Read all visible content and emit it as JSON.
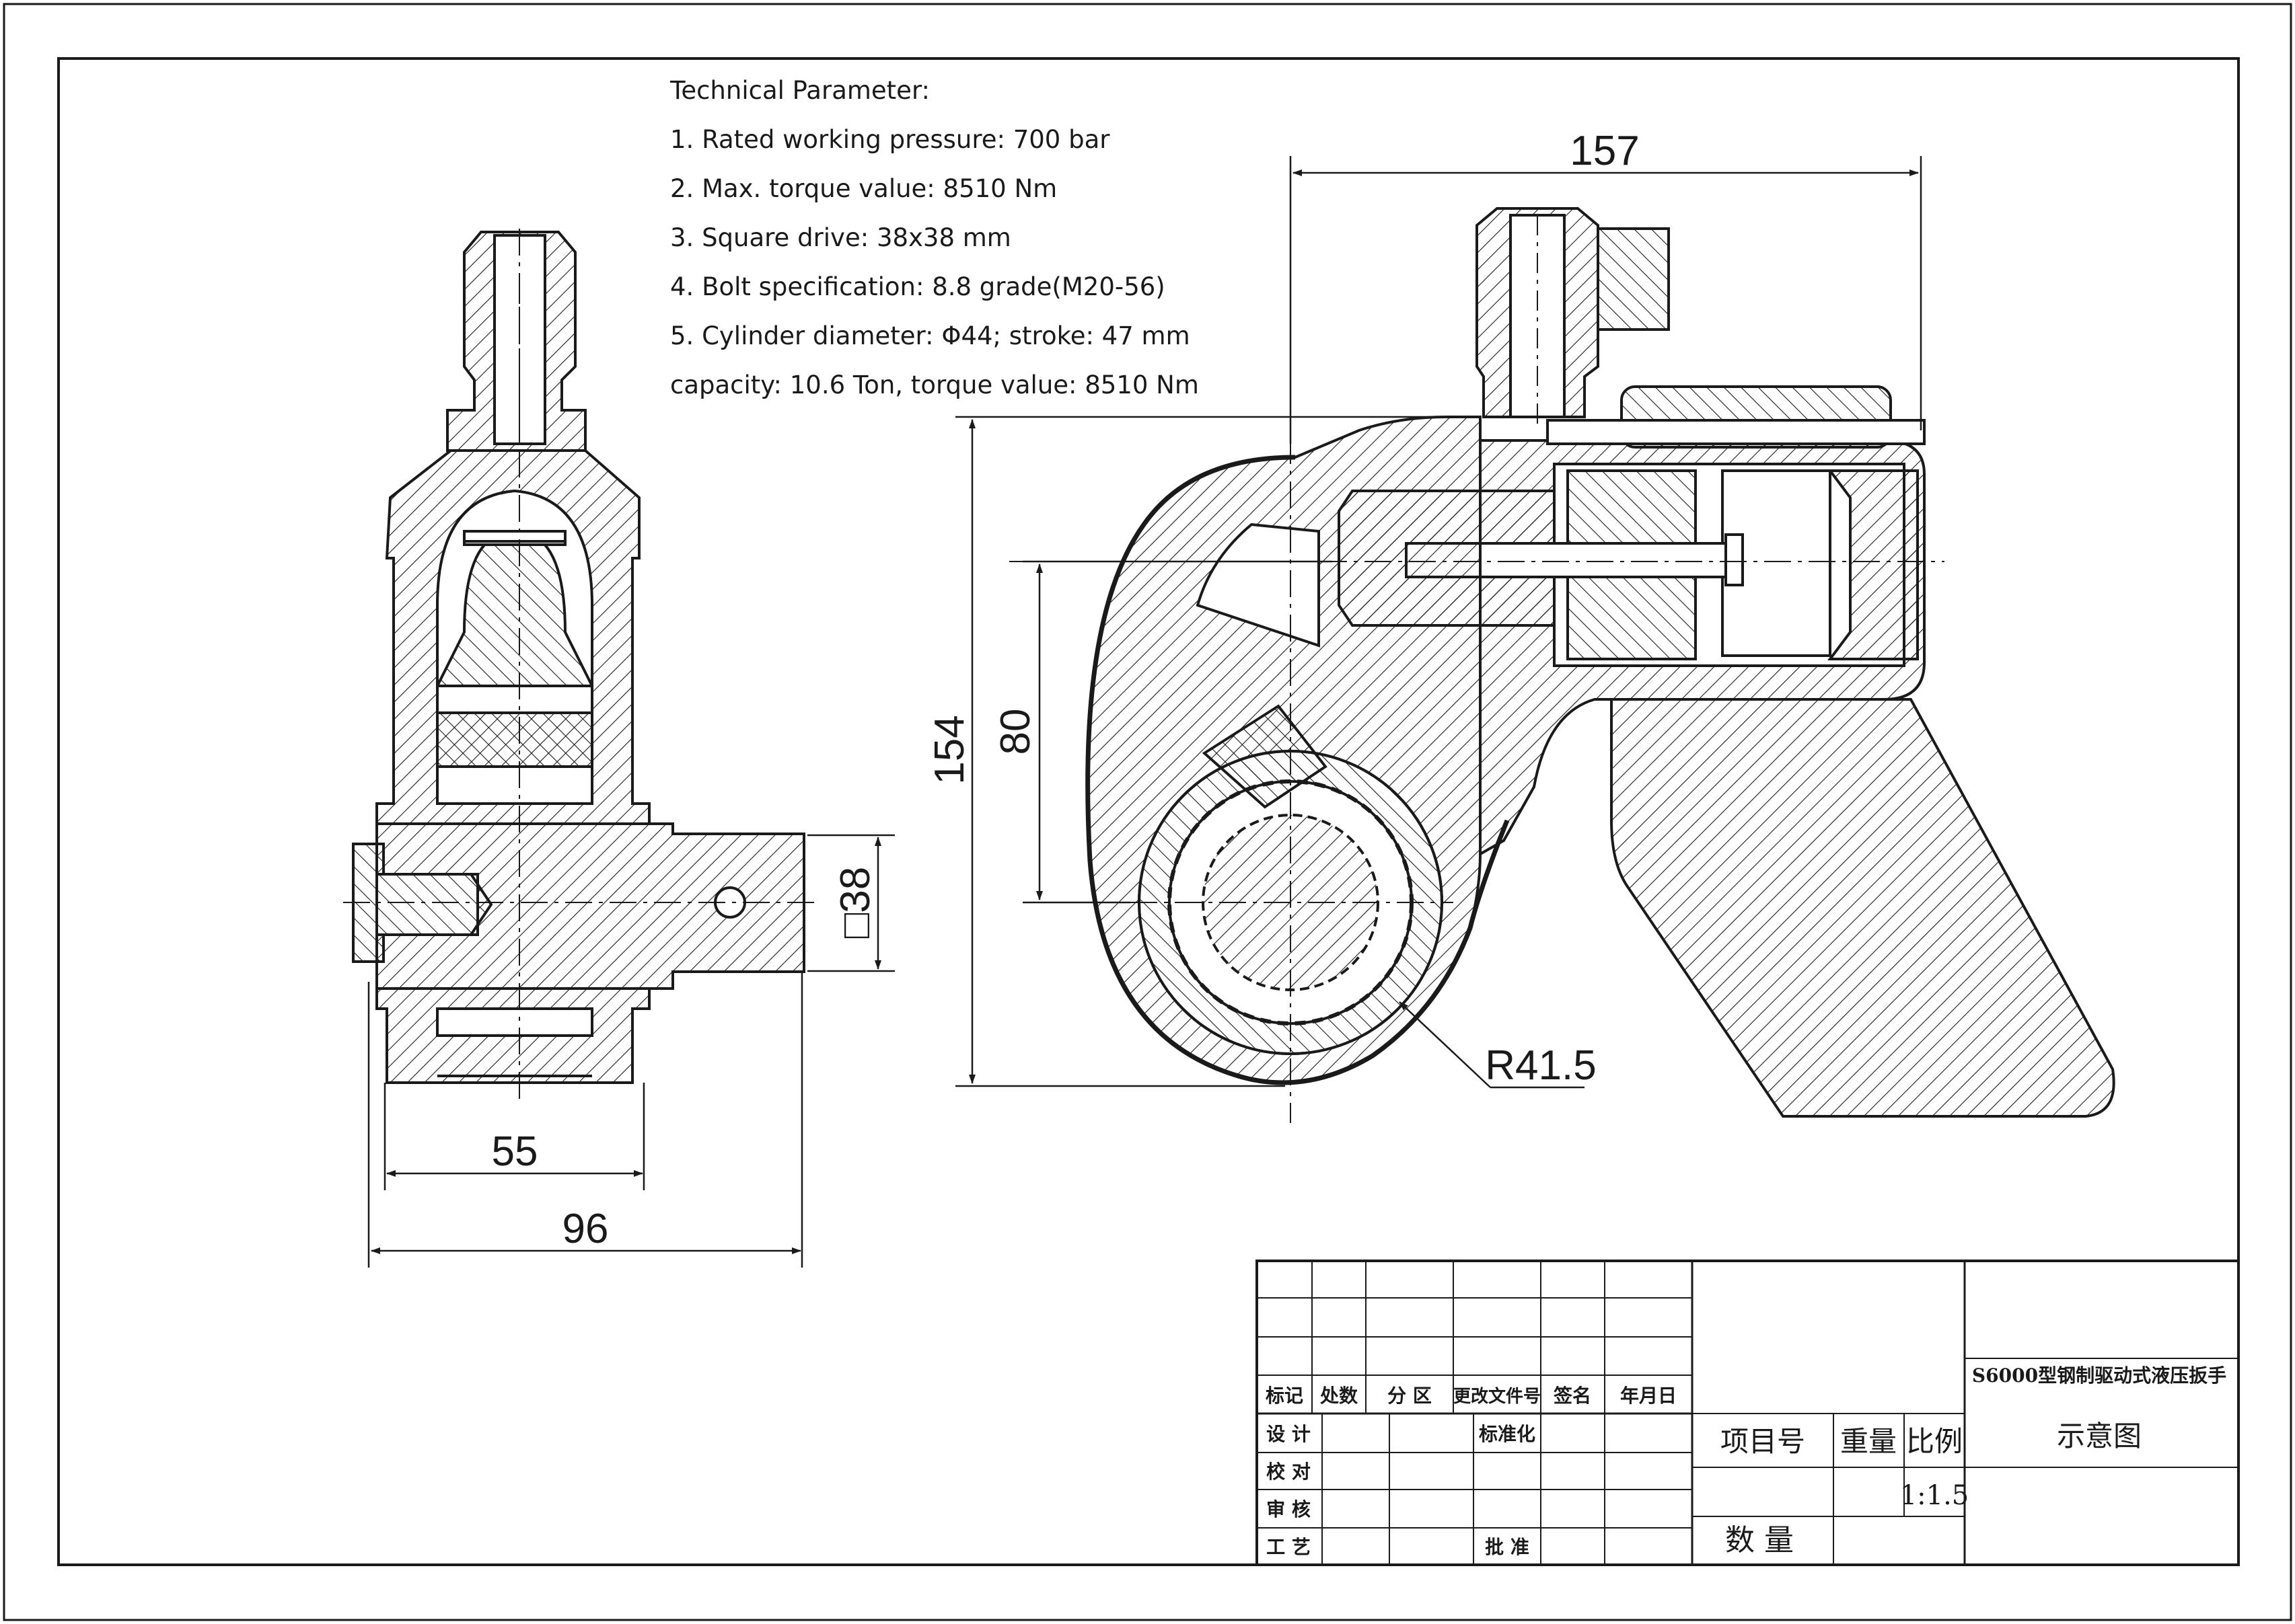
{
  "parameters": {
    "heading": "Technical Parameter:",
    "items": [
      "1. Rated working pressure: 700 bar",
      "2. Max. torque value: 8510 Nm",
      "3. Square drive: 38x38 mm",
      "4. Bolt specification: 8.8 grade(M20-56)",
      "5. Cylinder diameter: Φ44; stroke: 47 mm",
      "capacity: 10.6 Ton, torque value: 8510 Nm"
    ]
  },
  "dimensions": {
    "width_157": "157",
    "height_154": "154",
    "height_80": "80",
    "radius": "R41.5",
    "square": "□38",
    "width_55": "55",
    "width_96": "96"
  },
  "title_block": {
    "header_labels": [
      "标记",
      "处数",
      "分 区",
      "更改文件号",
      "签名",
      "年月日"
    ],
    "role_labels": [
      "设 计",
      "校 对",
      "审 核",
      "工 艺"
    ],
    "standardization": "标准化",
    "approval": "批 准",
    "project_no": "项目号",
    "weight": "重量",
    "scale_label": "比例",
    "scale_value": "1:1.5",
    "quantity": "数 量",
    "drawing_name": "S6000型钢制驱动式液压扳手",
    "drawing_type": "示意图"
  },
  "colors": {
    "line": "#1a1a1a",
    "paper": "#ffffff"
  }
}
